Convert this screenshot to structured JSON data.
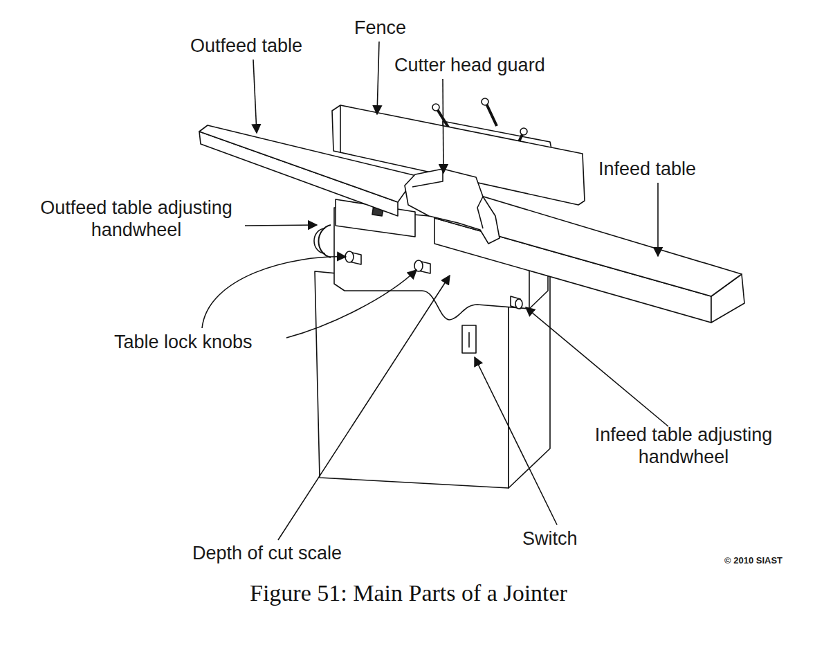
{
  "diagram": {
    "caption": "Figure 51: Main Parts of a Jointer",
    "labels": [
      "Fence",
      "Outfeed table",
      "Cutter head guard",
      "Infeed table",
      "Outfeed table adjusting handwheel",
      "Table lock knobs",
      "Infeed table adjusting handwheel",
      "Depth of cut scale",
      "Switch",
      "© 2010 SIAST"
    ]
  }
}
